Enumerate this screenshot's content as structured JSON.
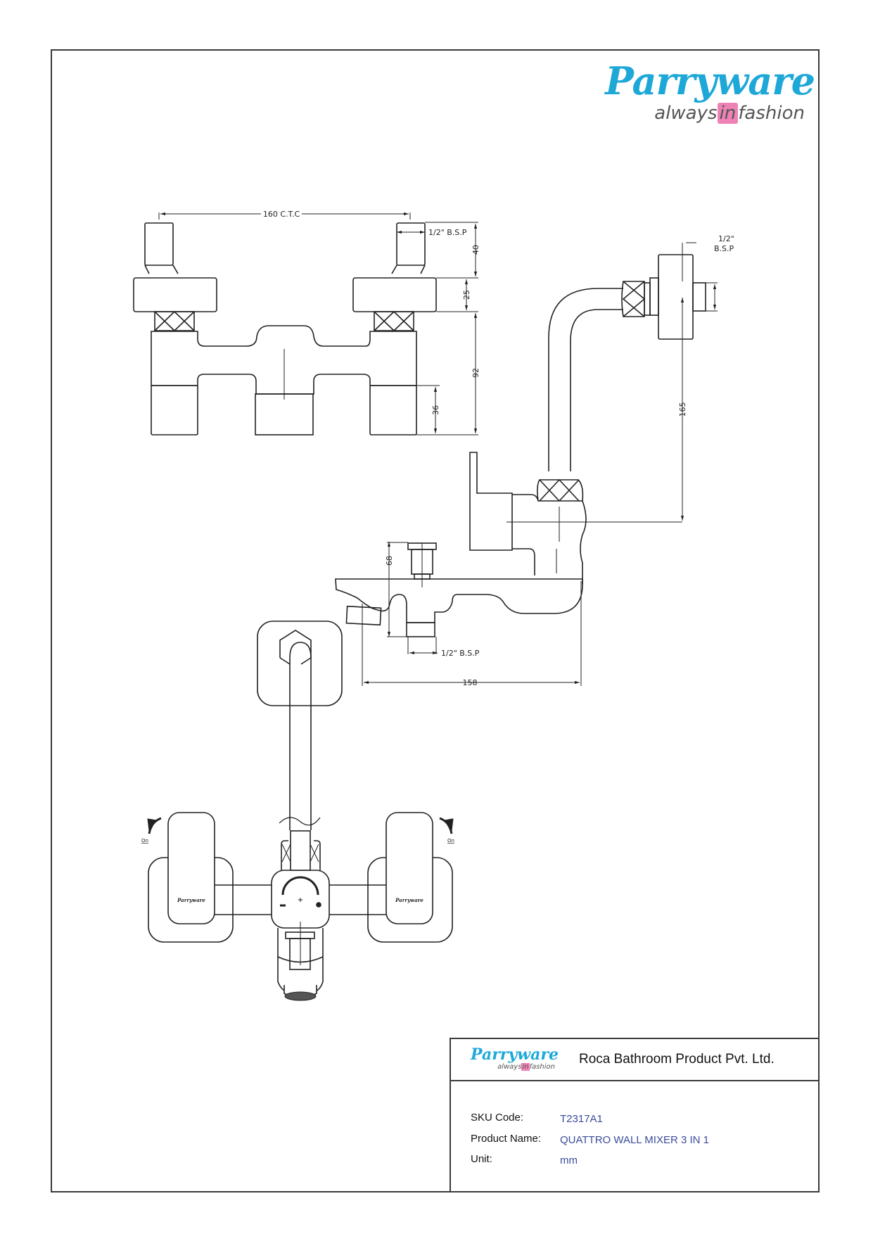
{
  "brand": {
    "name": "Parryware",
    "tagline_pre": "always",
    "tagline_highlight": "in",
    "tagline_post": "fashion",
    "primary_color": "#1ea8d8",
    "highlight_color": "#ee82b6"
  },
  "front_view": {
    "dimensions": {
      "center_to_center": "160 C.T.C",
      "inlet_thread": "1/2\" B.S.P",
      "inlet_height": "40",
      "flange_height": "25",
      "body_height": "92",
      "outlet_height": "36"
    }
  },
  "side_view": {
    "dimensions": {
      "shower_thread_line1": "1/2\"",
      "shower_thread_line2": "B.S.P",
      "shower_arm_height": "165",
      "diverter_height": "68",
      "outlet_thread": "1/2\" B.S.P",
      "projection": "158"
    }
  },
  "top_view": {
    "left_handle_label": "On",
    "right_handle_label": "On",
    "handle_logo_text": "Parryware"
  },
  "title_block": {
    "company": "Roca Bathroom Product Pvt. Ltd.",
    "fields": [
      {
        "label": "SKU Code:",
        "value": "T2317A1"
      },
      {
        "label": "Product Name:",
        "value": "QUATTRO WALL MIXER 3 IN 1"
      },
      {
        "label": "Unit:",
        "value": "mm"
      }
    ]
  }
}
